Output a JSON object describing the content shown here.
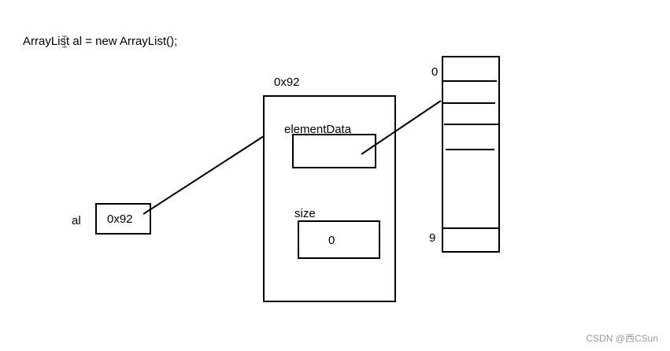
{
  "code_line": "ArrayList al = new ArrayList();",
  "variable": {
    "name": "al",
    "value": "0x92"
  },
  "object": {
    "address": "0x92",
    "fields": [
      {
        "name": "elementData",
        "value": ""
      },
      {
        "name": "size",
        "value": "0"
      }
    ]
  },
  "array": {
    "first_index": "0",
    "last_index": "9"
  },
  "watermark": "CSDN @西CSun"
}
